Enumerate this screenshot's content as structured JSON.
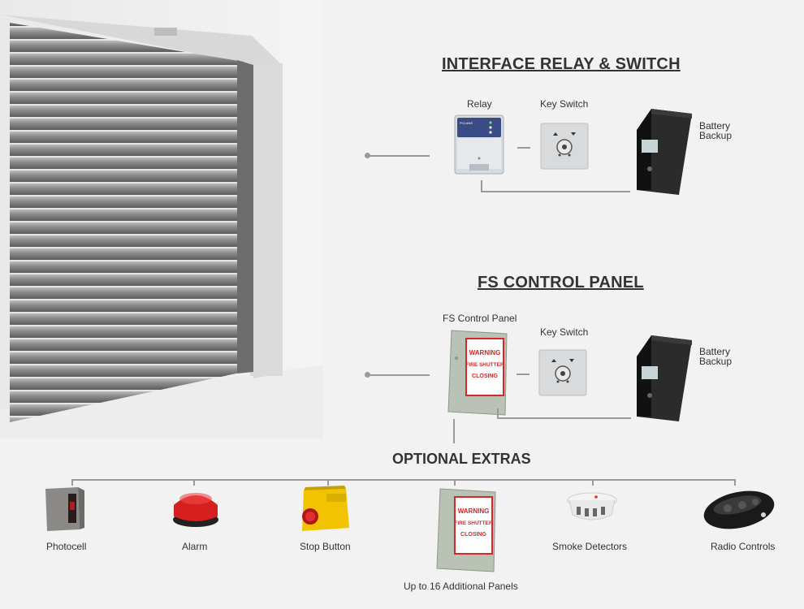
{
  "sections": {
    "relay": {
      "title": "INTERFACE RELAY & SWITCH",
      "relay_label": "Relay",
      "key_switch_label": "Key Switch",
      "battery_label_line1": "Battery",
      "battery_label_line2": "Backup",
      "relay_screen_text": "PCLANS"
    },
    "fs_panel": {
      "title": "FS CONTROL PANEL",
      "panel_label": "FS Control Panel",
      "key_switch_label": "Key Switch",
      "battery_label_line1": "Battery",
      "battery_label_line2": "Backup",
      "warning_line1": "WARNING",
      "warning_line2": "FIRE SHUTTER",
      "warning_line3": "CLOSING"
    },
    "extras": {
      "title": "OPTIONAL EXTRAS",
      "items": [
        {
          "label": "Photocell"
        },
        {
          "label": "Alarm"
        },
        {
          "label": "Stop Button"
        },
        {
          "label": "Up to 16 Additional Panels"
        },
        {
          "label": "Smoke Detectors"
        },
        {
          "label": "Radio Controls"
        }
      ]
    }
  },
  "colors": {
    "line": "#9a9a9a",
    "warning_red": "#d4282a",
    "alarm_red": "#d61f1f",
    "stop_yellow": "#f2c300"
  }
}
